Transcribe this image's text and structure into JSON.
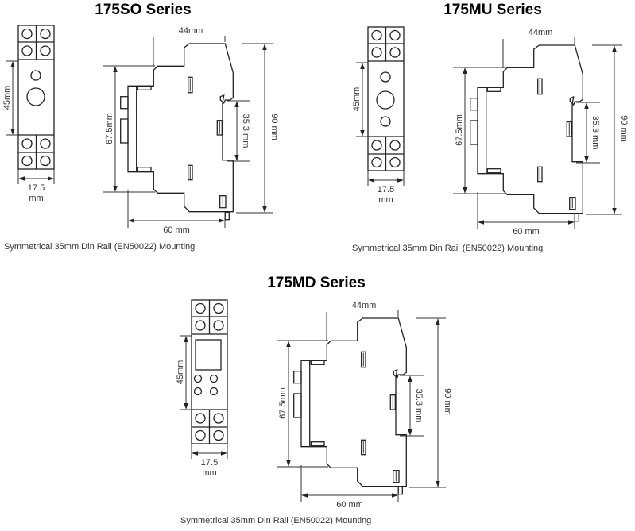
{
  "diagrams": [
    {
      "title": "175SO Series",
      "front_variant": "so",
      "dims": {
        "width": "17.5",
        "width_unit": "mm",
        "front_height": "45mm",
        "top": "44mm",
        "body": "67.5mm",
        "rail": "35.3 mm",
        "height": "90 mm",
        "depth": "60 mm"
      },
      "caption": "Symmetrical 35mm Din Rail (EN50022) Mounting"
    },
    {
      "title": "175MU Series",
      "front_variant": "mu",
      "dims": {
        "width": "17.5",
        "width_unit": "mm",
        "front_height": "45mm",
        "top": "44mm",
        "body": "67.5mm",
        "rail": "35.3 mm",
        "height": "90 mm",
        "depth": "60 mm"
      },
      "caption": "Symmetrical 35mm Din Rail (EN50022) Mounting"
    },
    {
      "title": "175MD Series",
      "front_variant": "md",
      "dims": {
        "width": "17.5",
        "width_unit": "mm",
        "front_height": "45mm",
        "top": "44mm",
        "body": "67.5mm",
        "rail": "35.3 mm",
        "height": "90 mm",
        "depth": "60 mm"
      },
      "caption": "Symmetrical 35mm Din Rail (EN50022) Mounting"
    }
  ],
  "colors": {
    "line": "#222222",
    "text": "#333333",
    "background": "#ffffff"
  }
}
